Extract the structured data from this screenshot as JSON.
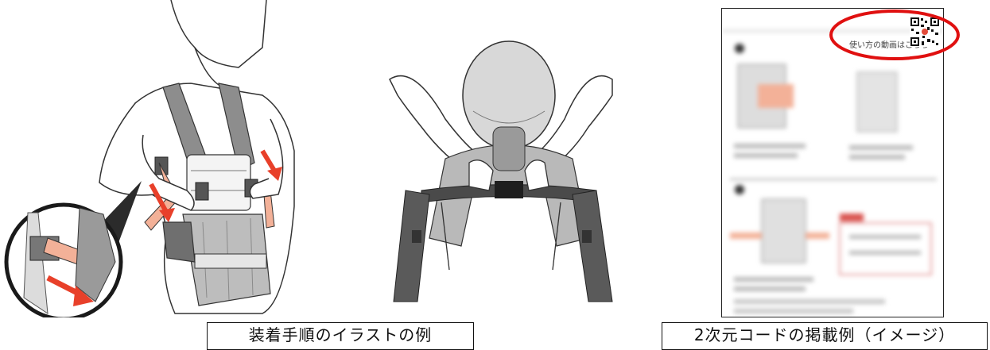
{
  "captions": {
    "illustration_example": "装着手順のイラストの例",
    "qr_example": "2次元コードの掲載例（イメージ）"
  },
  "manual": {
    "qr_label": "使い方の動画はこちら"
  },
  "colors": {
    "strap_orange": "#f3b198",
    "arrow_red": "#e8402a",
    "highlight_circle": "#e01010",
    "line_gray": "#444444",
    "strap_gray": "#8a8a8a"
  }
}
